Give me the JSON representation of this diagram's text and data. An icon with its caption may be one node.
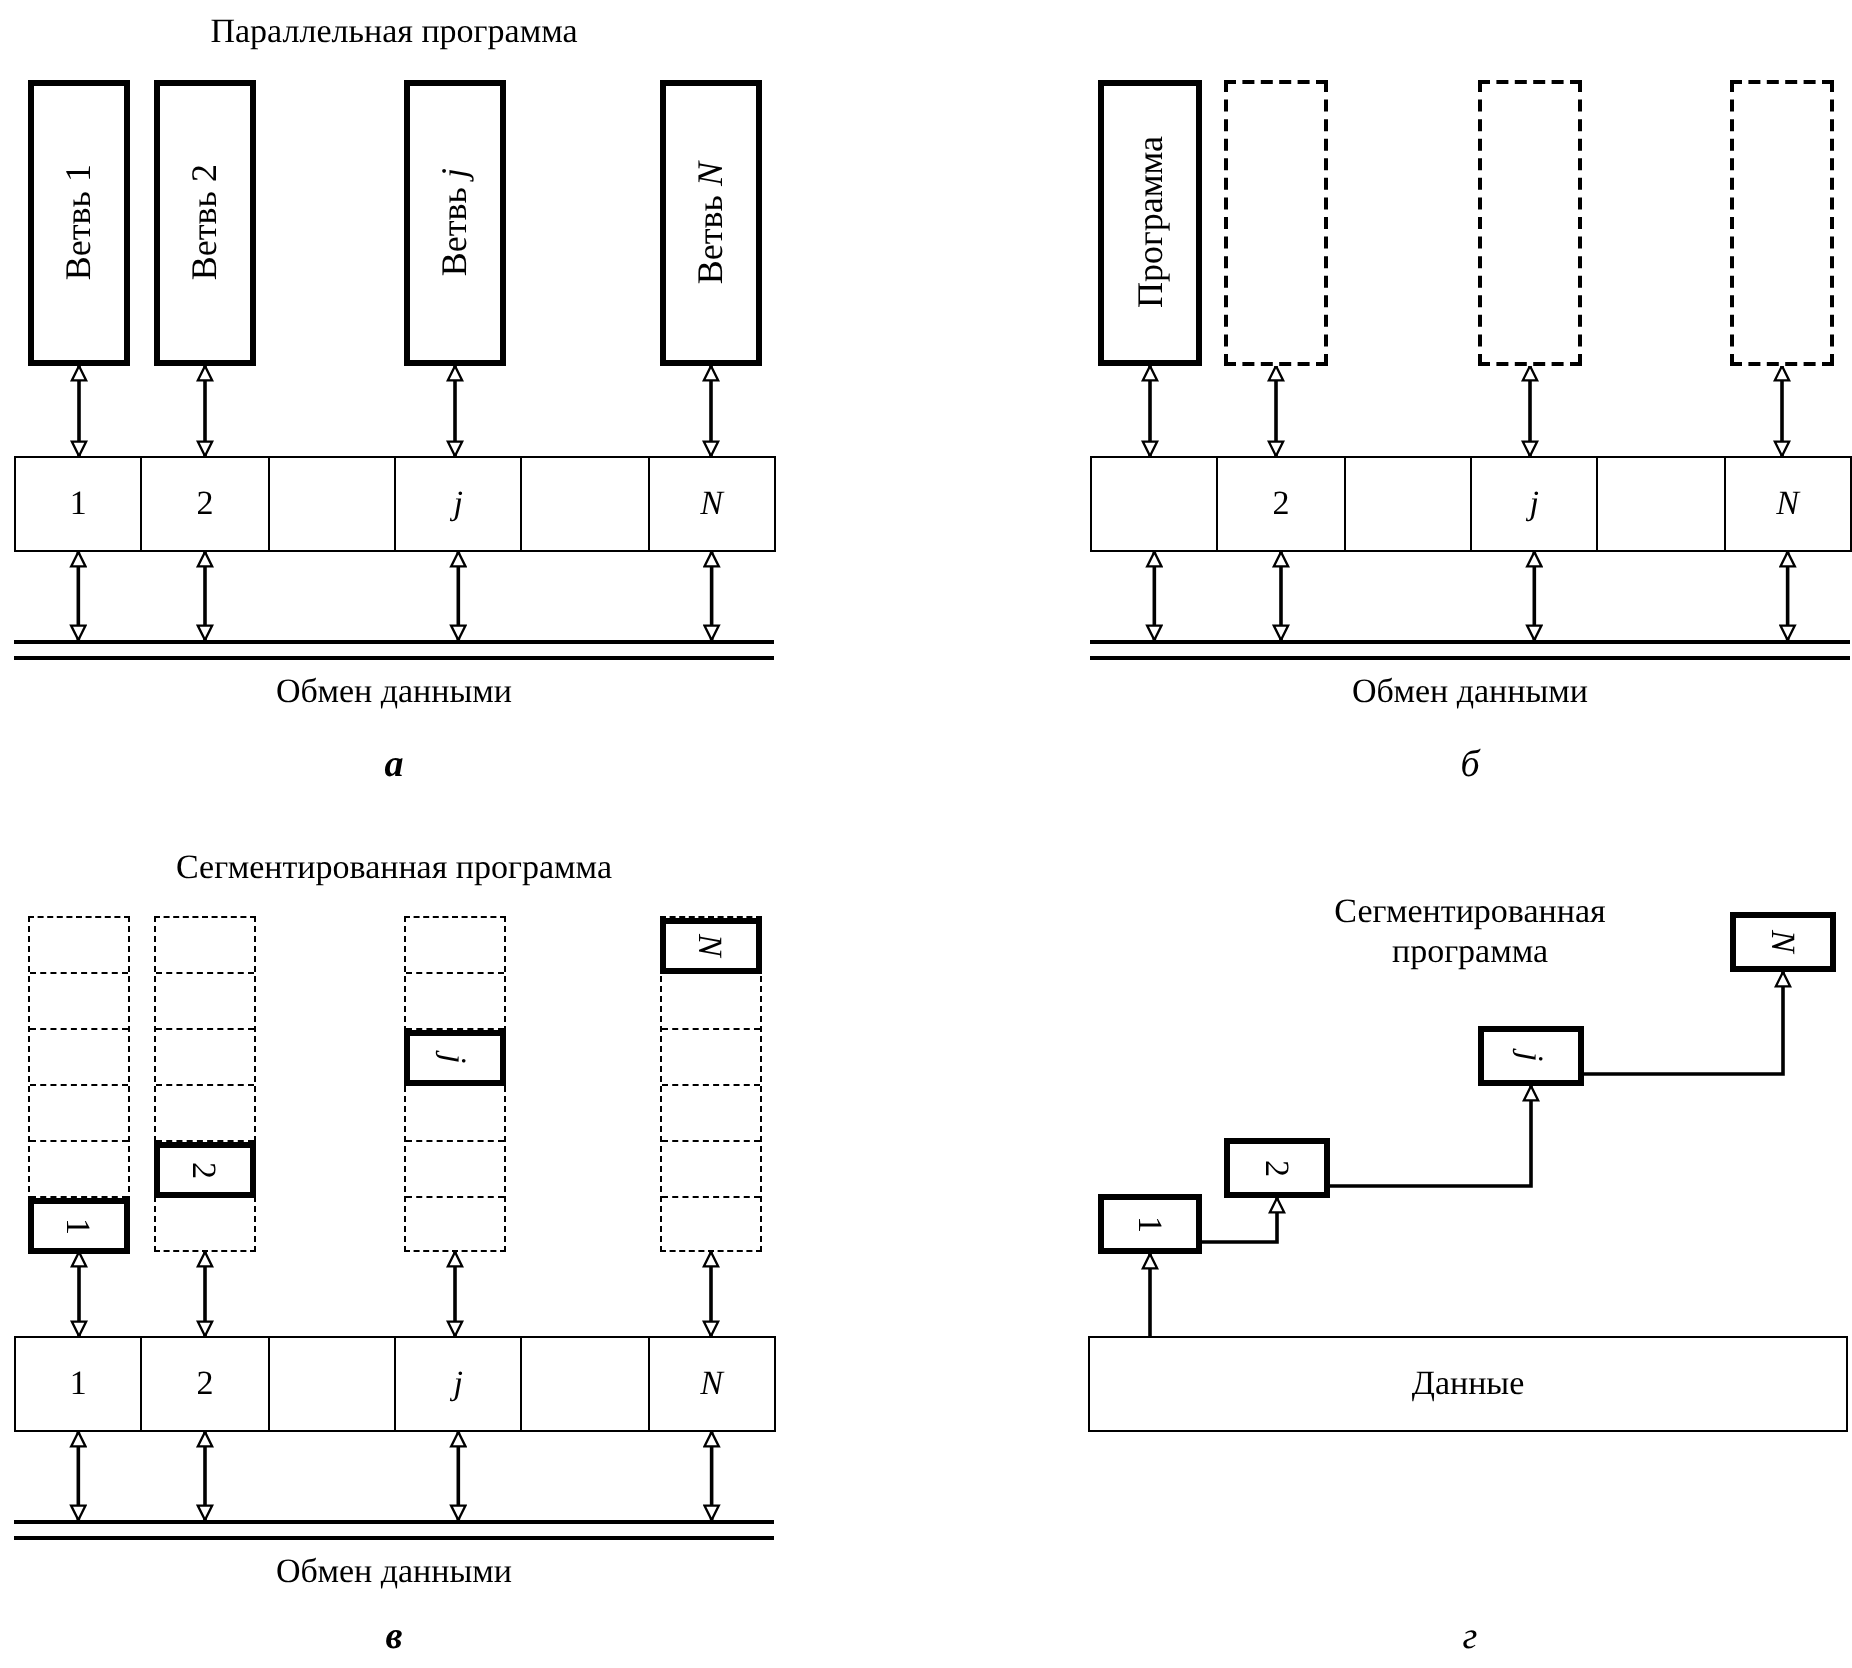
{
  "diagram": {
    "nodes": [
      {
        "text": [
          "Ветвь 1"
        ]
      },
      {
        "text": [
          "Ветвь 2"
        ]
      },
      {
        "text": [
          "Ветвь *j*"
        ]
      },
      {
        "text": [
          "Ветвь *N*"
        ]
      },
      {
        "text": [
          "1"
        ]
      },
      {
        "text": [
          "2"
        ]
      },
      {
        "text": [],
        "shape": "box"
      },
      {
        "text": [
          "j"
        ]
      },
      {
        "text": [],
        "shape": "box"
      },
      {
        "text": [
          "N"
        ]
      },
      {
        "text": [],
        "shape": "bar",
        "beside": [
          "Обмен данными"
        ]
      },
      {
        "text": [
          "Программа"
        ]
      },
      {
        "text": [],
        "shape": "box"
      },
      {
        "text": [],
        "shape": "box"
      },
      {
        "text": [],
        "shape": "box"
      },
      {
        "text": [],
        "shape": "box"
      },
      {
        "text": [
          "2"
        ]
      },
      {
        "text": [],
        "shape": "box"
      },
      {
        "text": [
          "j"
        ]
      },
      {
        "text": [],
        "shape": "box"
      },
      {
        "text": [
          "N"
        ]
      },
      {
        "text": [],
        "shape": "bar",
        "beside": [
          "Обмен данными"
        ]
      },
      {
        "text": [],
        "shape": "box"
      },
      {
        "text": [
          "1"
        ],
        "in": 22
      },
      {
        "text": [],
        "shape": "box"
      },
      {
        "text": [
          "2"
        ],
        "in": 24
      },
      {
        "text": [],
        "shape": "box"
      },
      {
        "text": [
          "j"
        ],
        "in": 26
      },
      {
        "text": [],
        "shape": "box"
      },
      {
        "text": [
          "N"
        ],
        "in": 28
      },
      {
        "text": [
          "1"
        ]
      },
      {
        "text": [
          "2"
        ]
      },
      {
        "text": [],
        "shape": "box"
      },
      {
        "text": [
          "j"
        ]
      },
      {
        "text": [],
        "shape": "box"
      },
      {
        "text": [
          "N"
        ]
      },
      {
        "text": [],
        "shape": "bar",
        "beside": [
          "Обмен данными"
        ]
      },
      {
        "text": [
          "1"
        ]
      },
      {
        "text": [
          "2"
        ]
      },
      {
        "text": [
          "j"
        ]
      },
      {
        "text": [
          "N"
        ]
      },
      {
        "text": [
          "Данные"
        ]
      }
    ],
    "edges": [
      {
        "from": 0,
        "to": 4,
        "arrow": "both"
      },
      {
        "from": 1,
        "to": 5,
        "arrow": "both"
      },
      {
        "from": 2,
        "to": 7,
        "arrow": "both"
      },
      {
        "from": 3,
        "to": 9,
        "arrow": "both"
      },
      {
        "from": 4,
        "to": 10,
        "arrow": "both"
      },
      {
        "from": 5,
        "to": 10,
        "arrow": "both"
      },
      {
        "from": 7,
        "to": 10,
        "arrow": "both"
      },
      {
        "from": 9,
        "to": 10,
        "arrow": "both"
      },
      {
        "from": 11,
        "to": 15,
        "arrow": "both"
      },
      {
        "from": 12,
        "to": 16,
        "arrow": "both"
      },
      {
        "from": 13,
        "to": 18,
        "arrow": "both"
      },
      {
        "from": 14,
        "to": 20,
        "arrow": "both"
      },
      {
        "from": 15,
        "to": 21,
        "arrow": "both"
      },
      {
        "from": 16,
        "to": 21,
        "arrow": "both"
      },
      {
        "from": 18,
        "to": 21,
        "arrow": "both"
      },
      {
        "from": 20,
        "to": 21,
        "arrow": "both"
      },
      {
        "from": 22,
        "to": 30,
        "arrow": "both"
      },
      {
        "from": 24,
        "to": 31,
        "arrow": "both"
      },
      {
        "from": 26,
        "to": 33,
        "arrow": "both"
      },
      {
        "from": 28,
        "to": 35,
        "arrow": "both"
      },
      {
        "from": 30,
        "to": 36,
        "arrow": "both"
      },
      {
        "from": 31,
        "to": 36,
        "arrow": "both"
      },
      {
        "from": 33,
        "to": 36,
        "arrow": "both"
      },
      {
        "from": 35,
        "to": 36,
        "arrow": "both"
      },
      {
        "from": 41,
        "to": 37,
        "arrow": "to"
      },
      {
        "from": 37,
        "to": 38,
        "arrow": "to"
      },
      {
        "from": 38,
        "to": 39,
        "arrow": "to"
      },
      {
        "from": 39,
        "to": 40,
        "arrow": "to"
      }
    ],
    "labels": [
      "Параллельная программа",
      "а",
      "б",
      "Сегментированная программа",
      "Сегментированная программа",
      "в",
      "г"
    ]
  }
}
